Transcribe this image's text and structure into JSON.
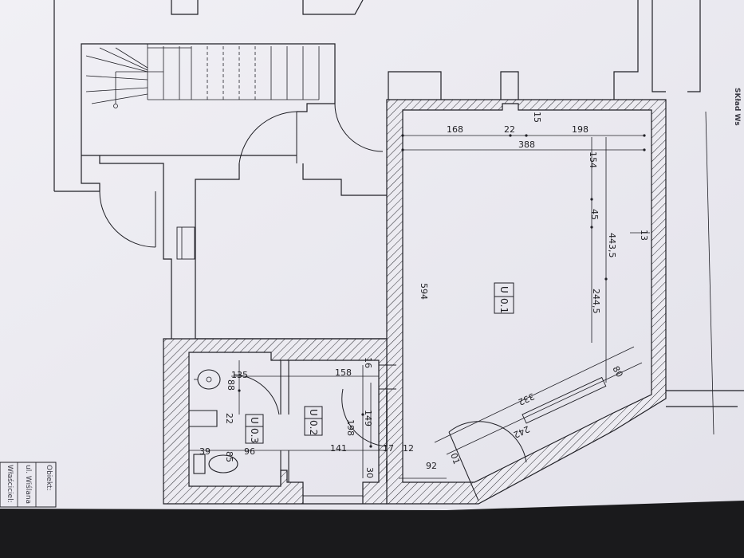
{
  "rooms": [
    {
      "id": "u01",
      "top": "U",
      "bottom": "0.1"
    },
    {
      "id": "u02",
      "top": "U",
      "bottom": "0.2"
    },
    {
      "id": "u03",
      "top": "U",
      "bottom": "0.3"
    }
  ],
  "dimensions": {
    "d168": "168",
    "d22a": "22",
    "d198": "198",
    "d15": "15",
    "d388": "388",
    "d154": "154",
    "d45": "45",
    "d4435": "443,5",
    "d13": "13",
    "d594": "594",
    "d2445": "244,5",
    "d80": "80",
    "d332": "332",
    "d242": "242",
    "d01": "01",
    "d92": "92",
    "d16": "16",
    "d135": "135",
    "d158": "158",
    "d88": "88",
    "d22b": "22",
    "d149": "149",
    "d198b": "198",
    "d39": "39",
    "d85": "85",
    "d96": "96",
    "d141": "141",
    "d17": "17",
    "d12": "12",
    "d30": "30"
  },
  "title_block": {
    "obiekt": "Obiekt:",
    "address": "ul. Wiślana",
    "owner": "Właściciel:",
    "corner": "SKład Ws"
  }
}
